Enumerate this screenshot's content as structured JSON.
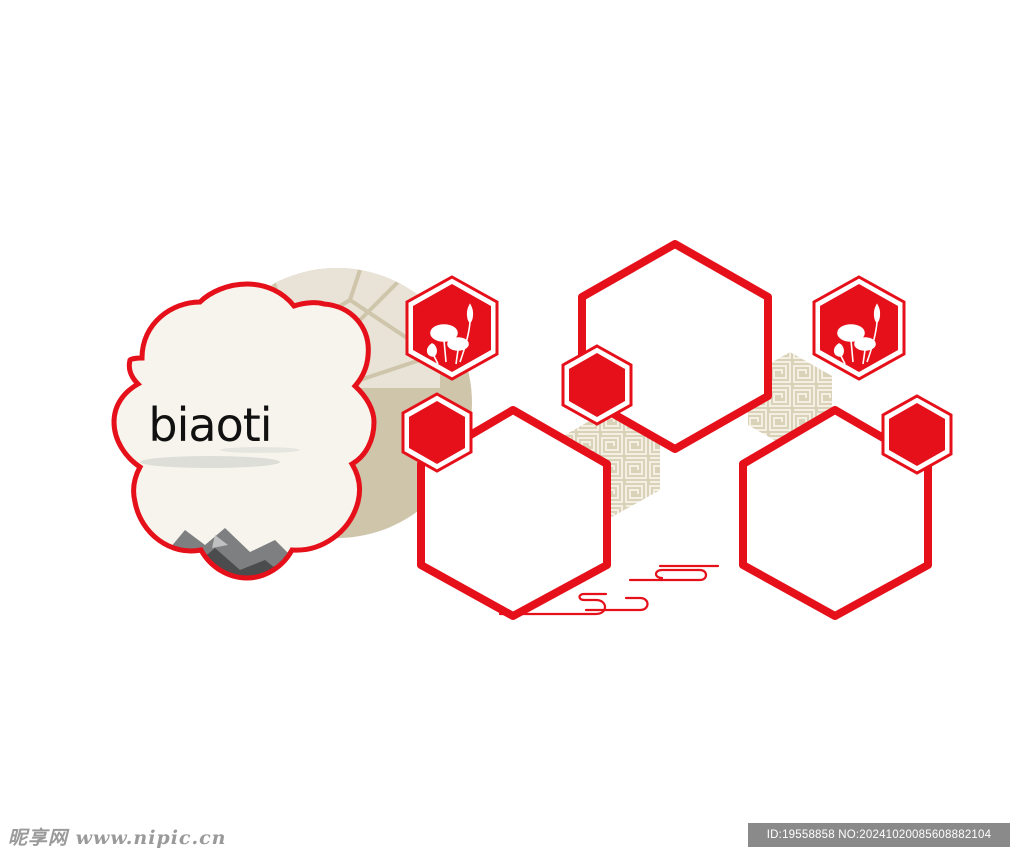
{
  "title": "biaoti",
  "watermark": {
    "brand": "昵享网 www.nipic.cn",
    "id_text": "ID:19558858 NO:20241020085608882104"
  },
  "colors": {
    "accent_red": "#e5101a",
    "tan": "#cfc5aa",
    "panel_bg": "#f6f4ec",
    "background": "#ffffff"
  },
  "icons": [
    "cloud-frame",
    "lattice-circle",
    "hexagon-frame",
    "lotus-icon",
    "auspicious-cloud-icon",
    "fret-pattern"
  ]
}
